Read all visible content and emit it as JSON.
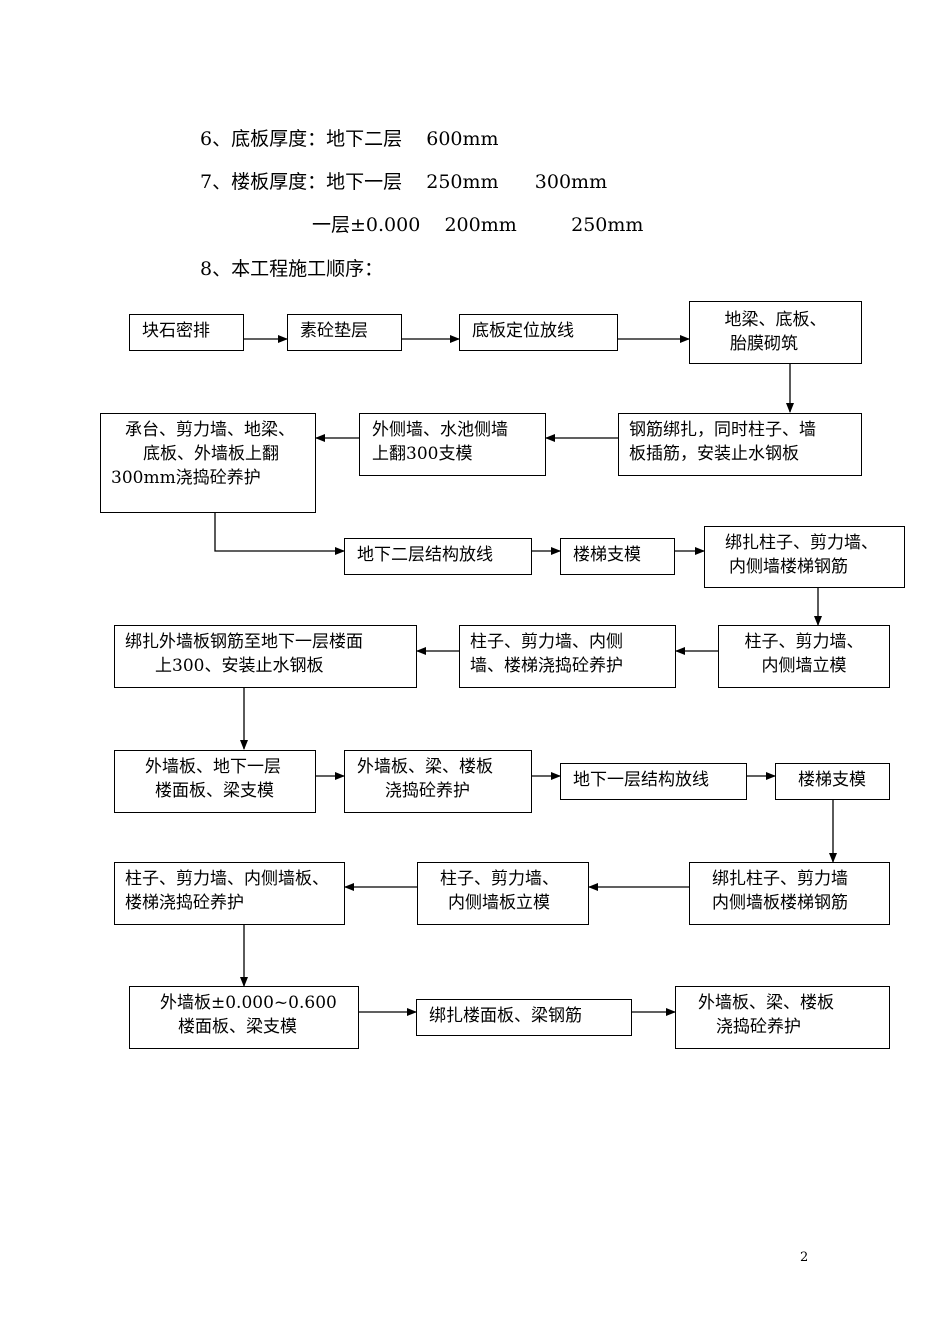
{
  "text_lines": {
    "item6": "6、底板厚度：地下二层    600mm",
    "item7": "7、楼板厚度：地下一层    250mm      300mm",
    "item7b": "一层±0.000    200mm         250mm",
    "item8": "8、本工程施工顺序："
  },
  "flow": {
    "b1": [
      "块石密排"
    ],
    "b2": [
      "素砼垫层"
    ],
    "b3": [
      "底板定位放线"
    ],
    "b4": [
      "地梁、底板、",
      "胎膜砌筑"
    ],
    "b5": [
      "钢筋绑扎，同时柱子、墙",
      "板插筋，安装止水钢板"
    ],
    "b6": [
      "外侧墙、水池侧墙",
      "上翻300支模"
    ],
    "b7": [
      "承台、剪力墙、地梁、",
      "底板、外墙板上翻",
      "300mm浇捣砼养护"
    ],
    "b8": [
      "地下二层结构放线"
    ],
    "b9": [
      "楼梯支模"
    ],
    "b10": [
      "绑扎柱子、剪力墙、",
      "内侧墙楼梯钢筋"
    ],
    "b11": [
      "柱子、剪力墙、",
      "内侧墙立模"
    ],
    "b12": [
      "柱子、剪力墙、内侧",
      "墙、楼梯浇捣砼养护"
    ],
    "b13": [
      "绑扎外墙板钢筋至地下一层楼面",
      "上300、安装止水钢板"
    ],
    "b14": [
      "外墙板、地下一层",
      "楼面板、梁支模"
    ],
    "b15": [
      "外墙板、梁、楼板",
      "浇捣砼养护"
    ],
    "b16": [
      "地下一层结构放线"
    ],
    "b17": [
      "楼梯支模"
    ],
    "b18": [
      "绑扎柱子、剪力墙",
      "内侧墙板楼梯钢筋"
    ],
    "b19": [
      "柱子、剪力墙、",
      "内侧墙板立模"
    ],
    "b20": [
      "柱子、剪力墙、内侧墙板、",
      "楼梯浇捣砼养护"
    ],
    "b21": [
      "外墙板±0.000~0.600",
      "楼面板、梁支模"
    ],
    "b22": [
      "绑扎楼面板、梁钢筋"
    ],
    "b23": [
      "外墙板、梁、楼板",
      "浇捣砼养护"
    ]
  },
  "page_number": "2"
}
